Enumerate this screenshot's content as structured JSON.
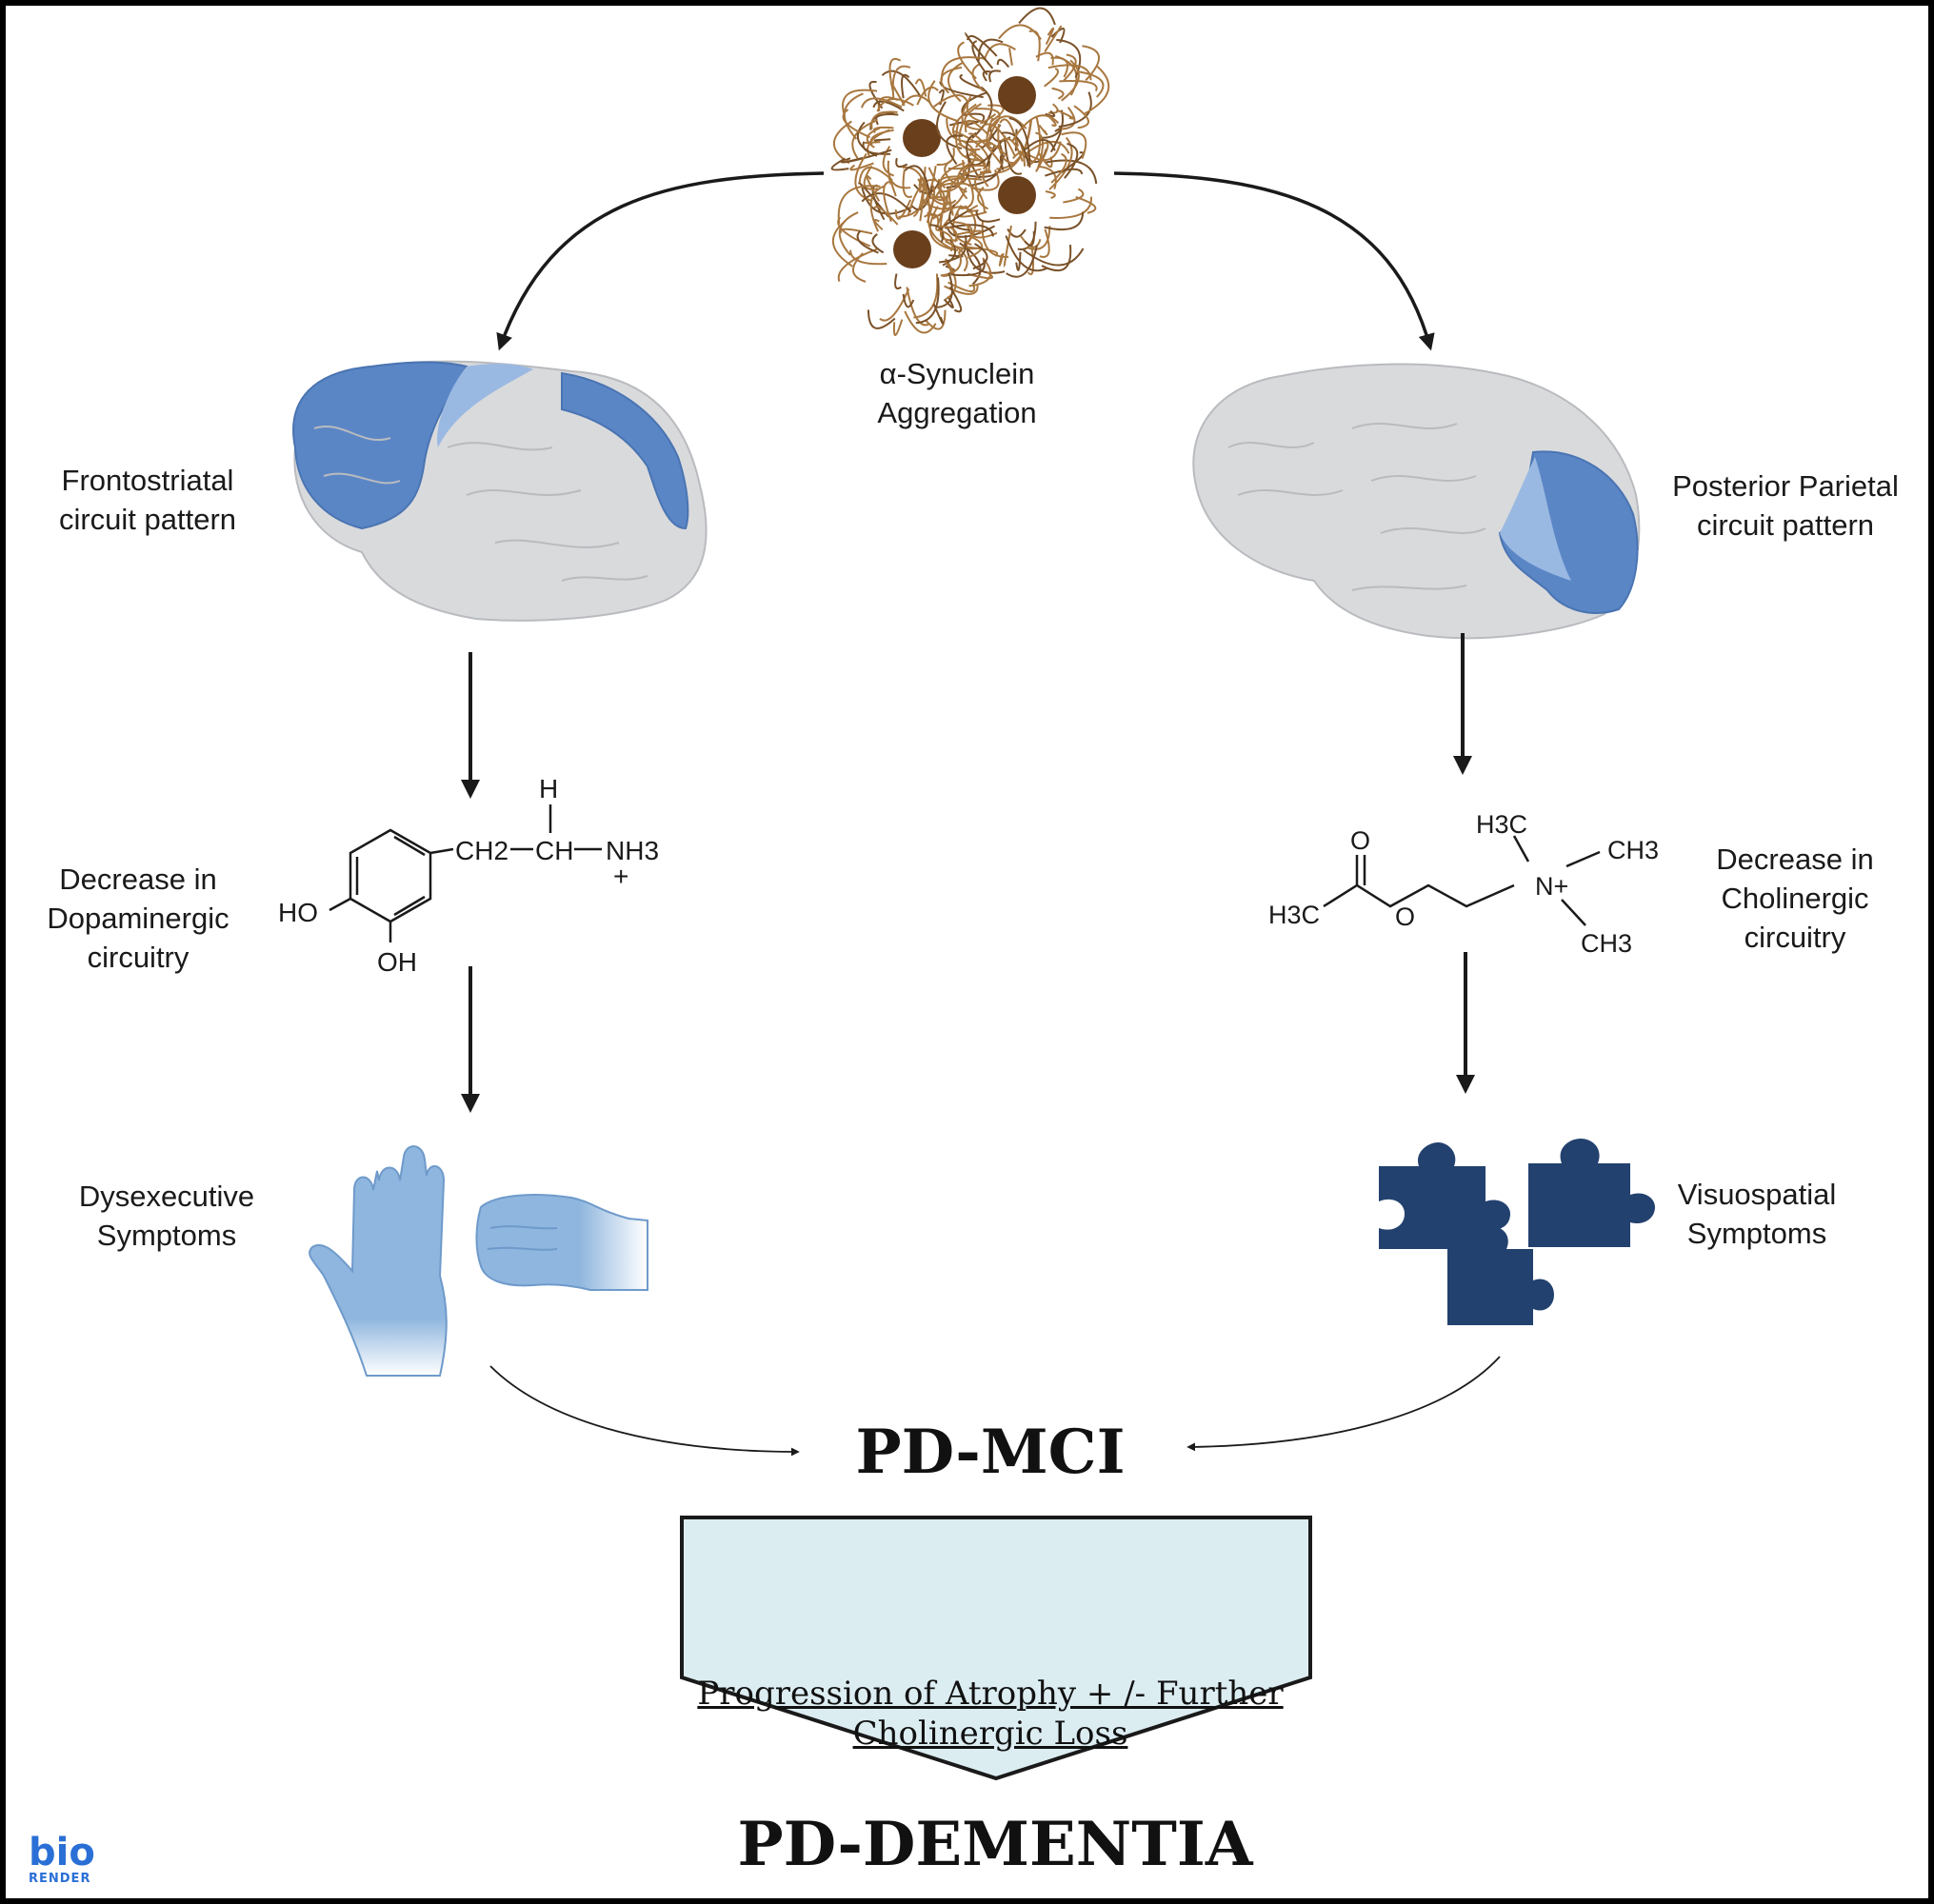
{
  "top": {
    "aggregation_label": "α-Synuclein\nAggregation"
  },
  "left": {
    "brain_label": "Frontostriatal\ncircuit pattern",
    "neuro_label": "Decrease in\nDopaminergic\ncircuitry",
    "symptom_label": "Dysexecutive\nSymptoms",
    "molecule": {
      "h": "H",
      "ch2": "CH2",
      "ch": "CH",
      "nh3": "NH3",
      "plus": "+",
      "ho": "HO",
      "oh": "OH"
    }
  },
  "right": {
    "brain_label": "Posterior Parietal\ncircuit pattern",
    "neuro_label": "Decrease in\nCholinergic\ncircuitry",
    "symptom_label": "Visuospatial\nSymptoms",
    "molecule": {
      "o_top": "O",
      "h3c_left": "H3C",
      "o_mid": "O",
      "n": "N+",
      "h3c_top": "H3C",
      "ch3_right": "CH3",
      "ch3_bottom": "CH3"
    }
  },
  "center": {
    "mci": "PD-MCI",
    "progression": "Progression of Atrophy + /- Further\nCholinergic Loss",
    "dementia": "PD-DEMENTIA"
  },
  "logo": {
    "bio": "bio",
    "render": "RENDER"
  },
  "colors": {
    "brain_gray": "#d9dadc",
    "brain_blue": "#5b86c6",
    "brain_light_blue": "#9ab9e2",
    "glove": "#8fb6de",
    "puzzle": "#22416e",
    "fibril": "#9a6a3a",
    "core": "#6a3f1c",
    "arrow": "#1a1a1a",
    "box_fill": "#dcedf2"
  }
}
